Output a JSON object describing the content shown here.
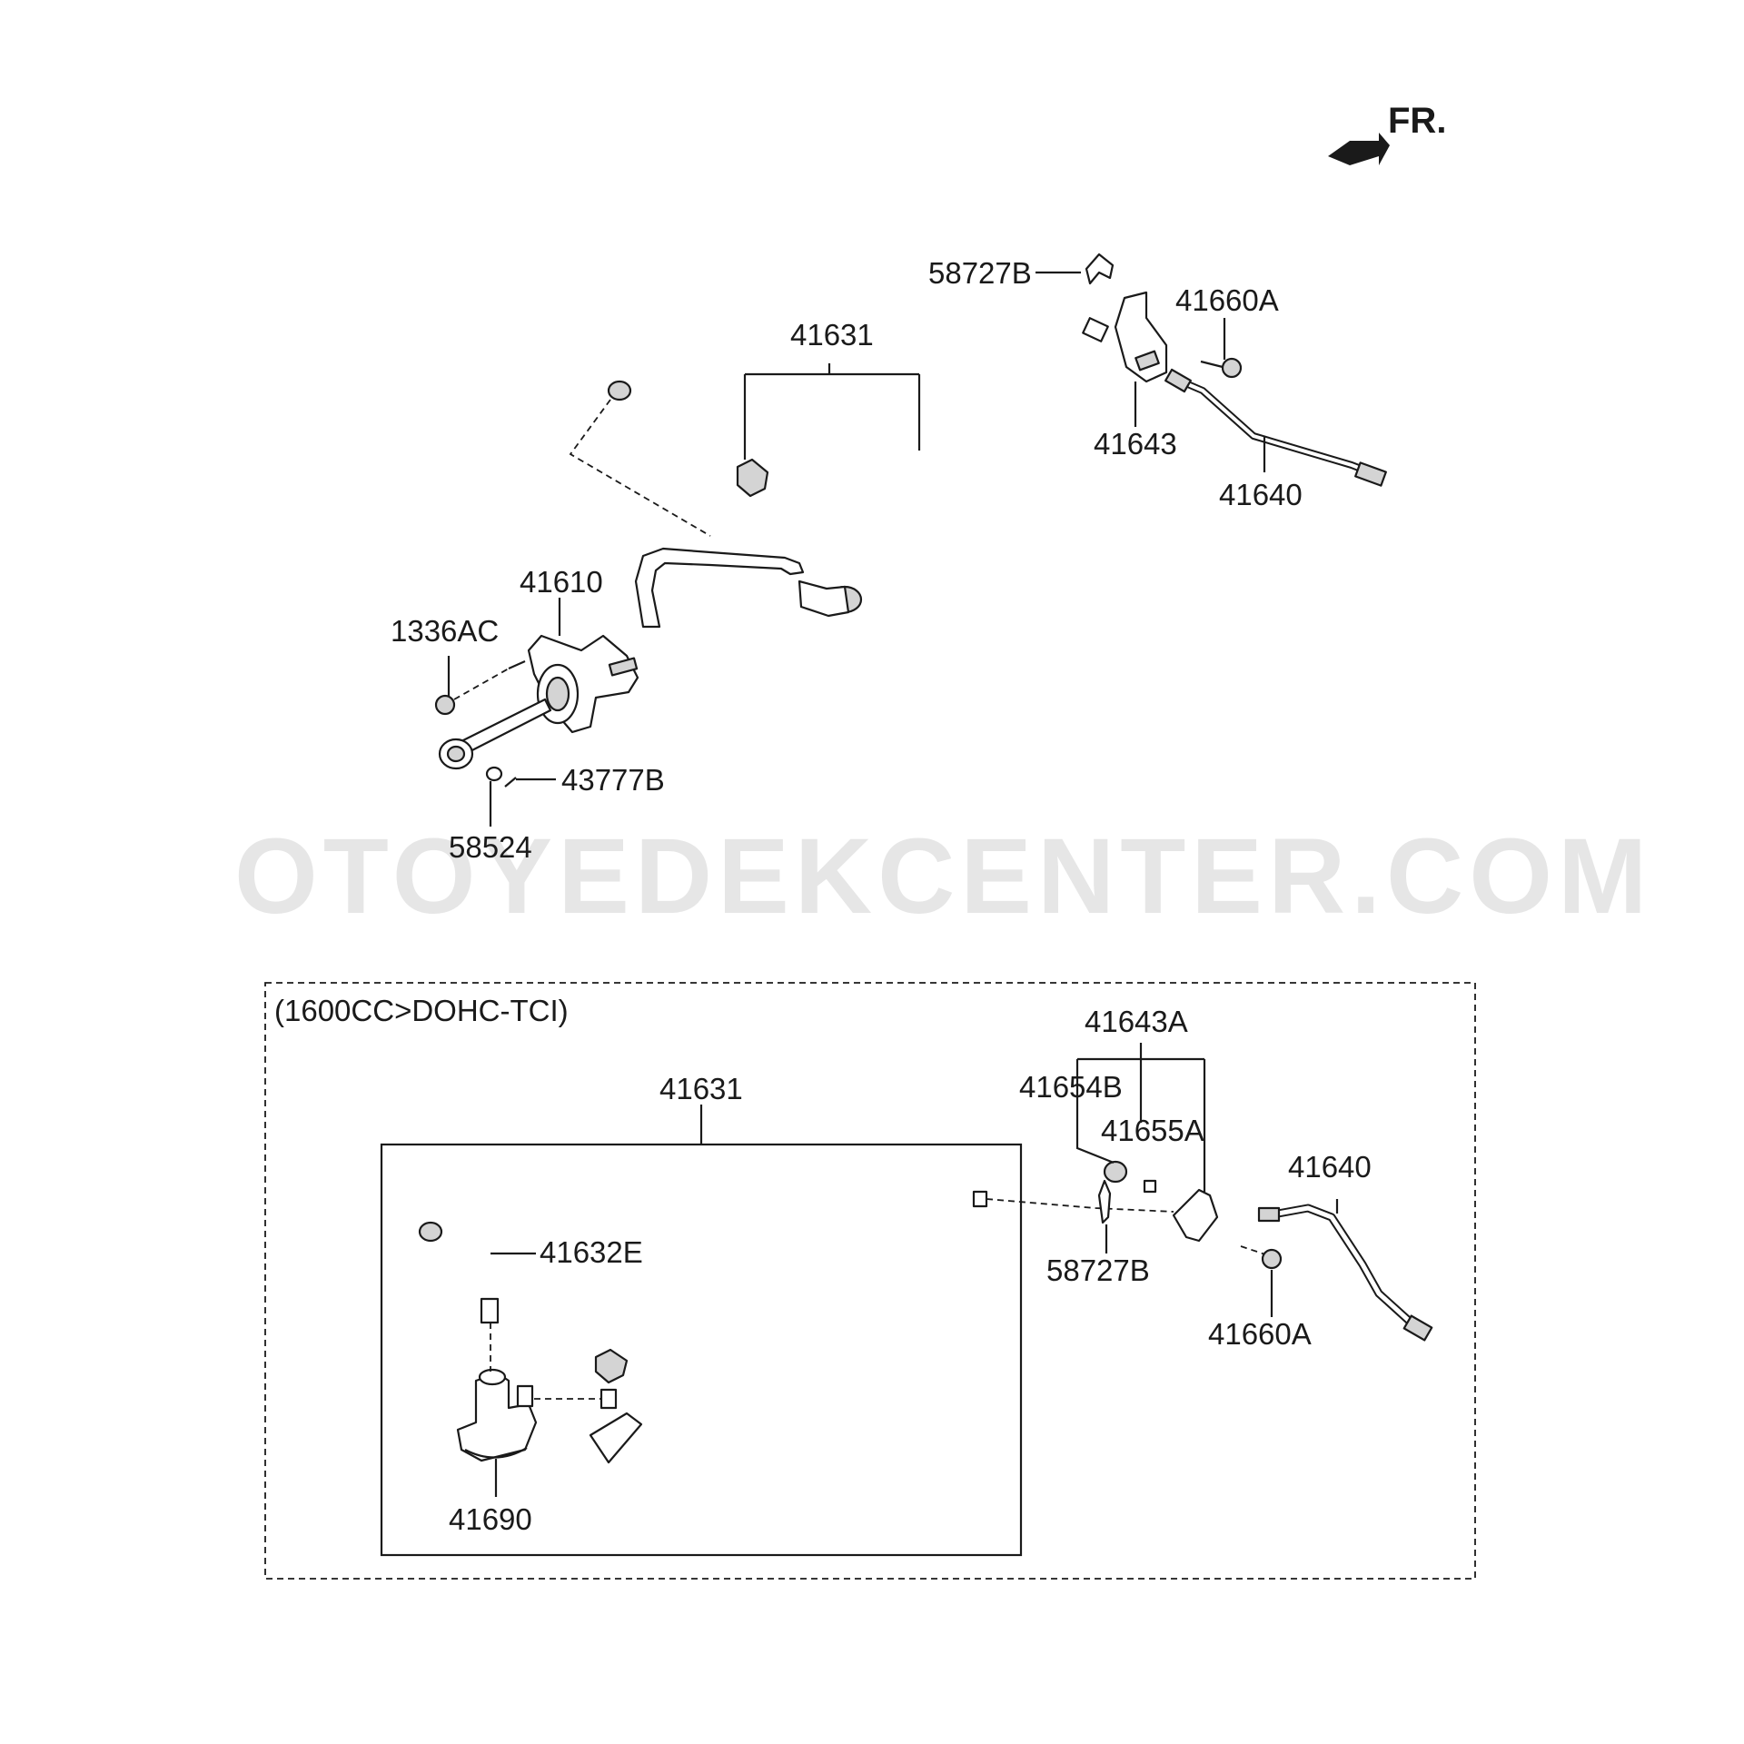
{
  "watermark": "OTOYEDEKCENTER.COM",
  "front_indicator": {
    "label": "FR.",
    "icon": "front-arrow-icon"
  },
  "upper_assembly": {
    "labels": {
      "p58727B": "58727B",
      "p41631": "41631",
      "p41660A": "41660A",
      "p41643": "41643",
      "p41640": "41640",
      "p41610": "41610",
      "p1336AC": "1336AC",
      "p43777B": "43777B",
      "p58524": "58524"
    }
  },
  "lower_assembly": {
    "variant": "(1600CC>DOHC-TCI)",
    "labels": {
      "p41631": "41631",
      "p41643A": "41643A",
      "p41654B": "41654B",
      "p41655A": "41655A",
      "p41640": "41640",
      "p41632E": "41632E",
      "p58727B": "58727B",
      "p41660A": "41660A",
      "p41690": "41690"
    }
  }
}
